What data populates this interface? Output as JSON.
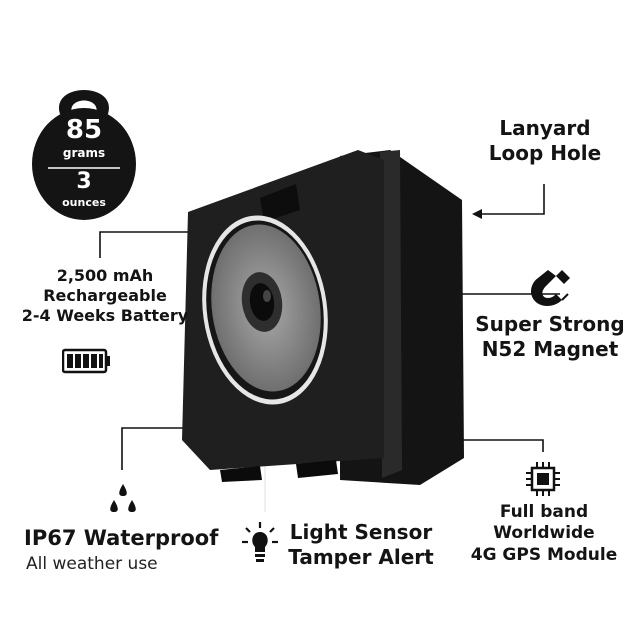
{
  "weight": {
    "grams_value": "85",
    "grams_unit": "grams",
    "ounces_value": "3",
    "ounces_unit": "ounces"
  },
  "lanyard": {
    "line1": "Lanyard",
    "line2": "Loop Hole"
  },
  "battery": {
    "line1": "2,500 mAh",
    "line2": "Rechargeable",
    "line3": "2-4 Weeks Battery"
  },
  "magnet": {
    "line1": "Super Strong",
    "line2": "N52 Magnet"
  },
  "waterproof": {
    "title": "IP67 Waterproof",
    "subtitle": "All weather use"
  },
  "light_sensor": {
    "line1": "Light Sensor",
    "line2": "Tamper Alert"
  },
  "gps": {
    "line1": "Full band",
    "line2": "Worldwide",
    "line3": "4G GPS Module"
  },
  "colors": {
    "text": "#141414",
    "device": "#1c1c1c",
    "ring": "#8d8d8d",
    "badge": "#141414"
  },
  "icons": [
    "kettlebell-icon",
    "battery-icon",
    "magnet-icon",
    "water-drops-icon",
    "lightbulb-icon",
    "chip-icon"
  ]
}
